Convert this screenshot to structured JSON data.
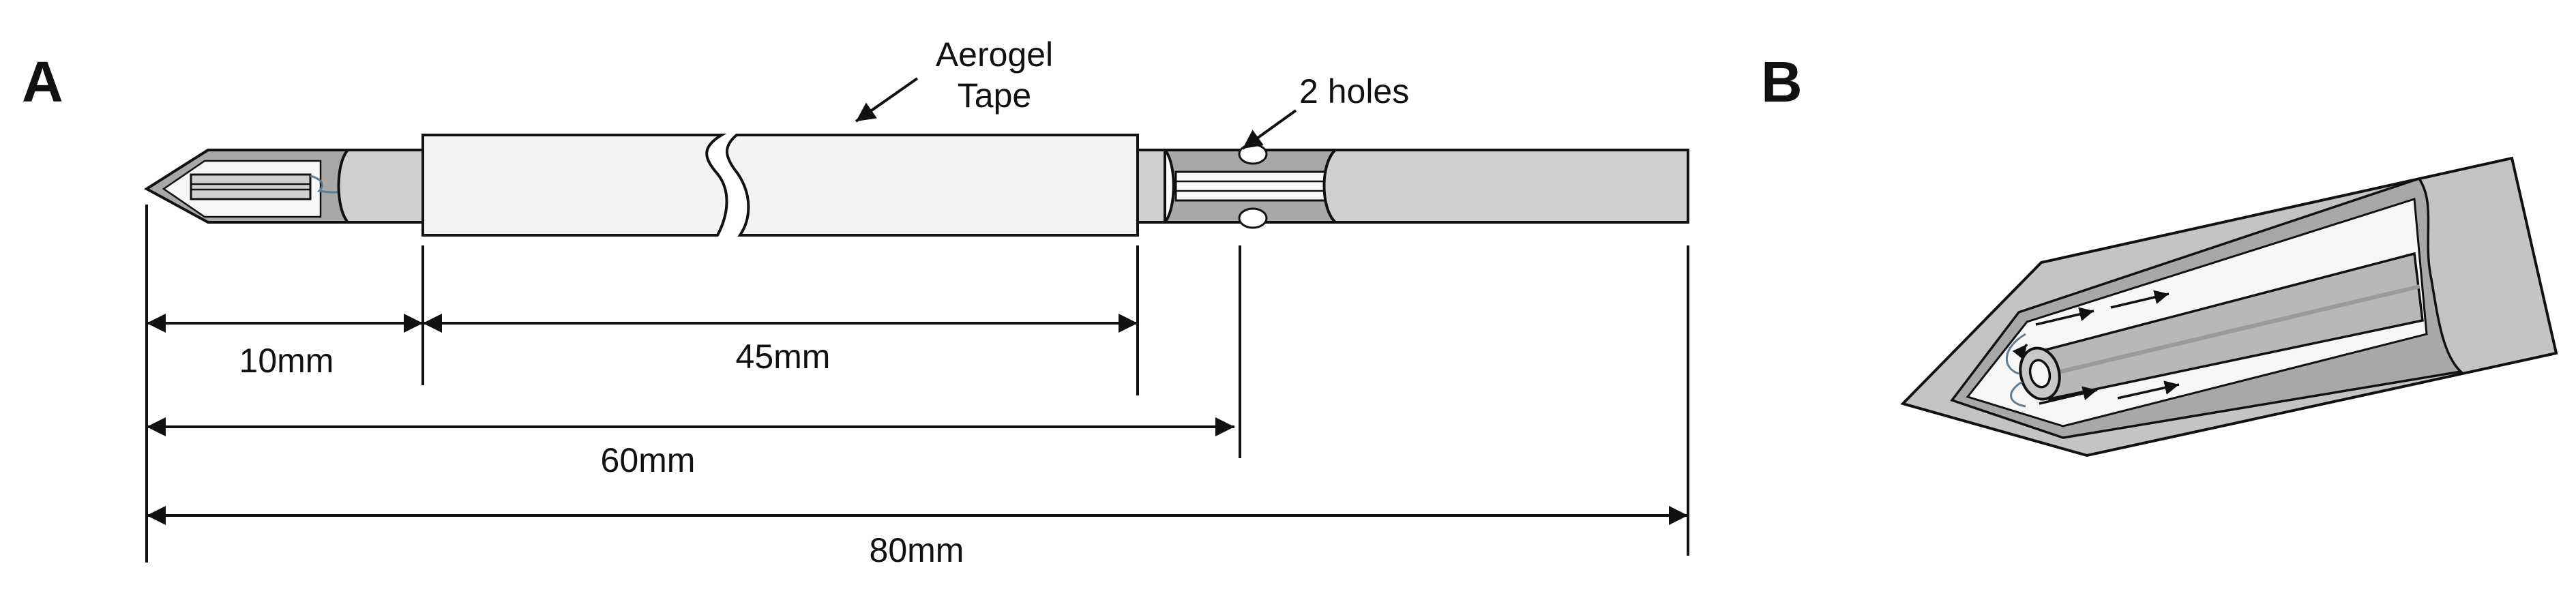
{
  "panels": {
    "a_label": "A",
    "b_label": "B"
  },
  "callouts": {
    "aerogel_line1": "Aerogel",
    "aerogel_line2": "Tape",
    "holes": "2 holes"
  },
  "dimensions": {
    "d1": "10mm",
    "d2": "45mm",
    "d3": "60mm",
    "d4": "80mm"
  },
  "colors": {
    "probe_fill": "#d0d0d0",
    "probe_dark": "#a8a8a8",
    "tape_fill": "#f3f3f3",
    "inner_light": "#f7f7f7",
    "outline": "#111111",
    "flow_wisp": "#5d7d95"
  }
}
